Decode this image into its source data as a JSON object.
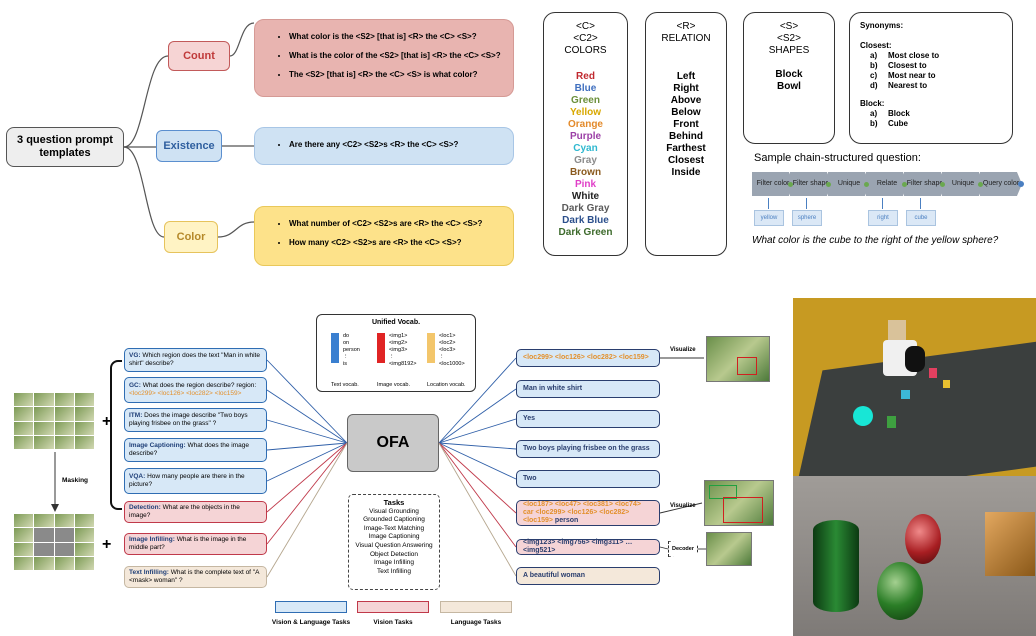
{
  "panel_a": {
    "root": "3 question prompt templates",
    "branches": [
      {
        "label": "Count",
        "questions": [
          "What color is the <S2> [that is] <R> the <C> <S>?",
          "What is the color of the <S2> [that is] <R> the <C> <S>?",
          "The <S2> [that is] <R> the <C> <S> is what color?"
        ]
      },
      {
        "label": "Existence",
        "questions": [
          "Are there any <C2> <S2>s <R> the <C> <S>?"
        ]
      },
      {
        "label": "Color",
        "questions": [
          "What number of <C2> <S2>s are <R> the <C> <S>?",
          "How many <C2> <S2>s are <R> the <C> <S>?"
        ]
      }
    ],
    "colors": {
      "count_bg": "#e8b4b0",
      "existence_bg": "#cfe2f3",
      "color_bg": "#fde28a"
    }
  },
  "panel_b": {
    "colors_box": {
      "h1": "<C>",
      "h2": "<C2>",
      "h3": "COLORS",
      "items": [
        {
          "name": "Red",
          "color": "#c0282e"
        },
        {
          "name": "Blue",
          "color": "#3f6fbf"
        },
        {
          "name": "Green",
          "color": "#6b8f3a"
        },
        {
          "name": "Yellow",
          "color": "#d8a800"
        },
        {
          "name": "Orange",
          "color": "#e38a2a"
        },
        {
          "name": "Purple",
          "color": "#9b3fa6"
        },
        {
          "name": "Cyan",
          "color": "#2fb8d0"
        },
        {
          "name": "Gray",
          "color": "#8c8c8c"
        },
        {
          "name": "Brown",
          "color": "#8a5a1e"
        },
        {
          "name": "Pink",
          "color": "#e03ec7"
        },
        {
          "name": "White",
          "color": "#222222"
        },
        {
          "name": "Dark Gray",
          "color": "#5a5a5a"
        },
        {
          "name": "Dark Blue",
          "color": "#2b4f8c"
        },
        {
          "name": "Dark Green",
          "color": "#3d6a2c"
        }
      ]
    },
    "relation_box": {
      "h1": "<R>",
      "h2": "RELATION",
      "items": [
        "Left",
        "Right",
        "Above",
        "Below",
        "Front",
        "Behind",
        "Farthest",
        "Closest",
        "Inside"
      ]
    },
    "shapes_box": {
      "h1": "<S>",
      "h2": "<S2>",
      "h3": "SHAPES",
      "items": [
        "Block",
        "Bowl"
      ]
    },
    "synonyms": {
      "title": "Synonyms:",
      "closest_title": "Closest:",
      "closest": [
        {
          "k": "a)",
          "v": "Most close to"
        },
        {
          "k": "b)",
          "v": "Closest to"
        },
        {
          "k": "c)",
          "v": "Most near to"
        },
        {
          "k": "d)",
          "v": "Nearest to"
        }
      ],
      "block_title": "Block:",
      "block": [
        {
          "k": "a)",
          "v": "Block"
        },
        {
          "k": "b)",
          "v": "Cube"
        }
      ]
    },
    "chain_title": "Sample chain-structured question:",
    "chain_nodes": [
      "Filter color",
      "Filter shape",
      "Unique",
      "Relate",
      "Filter shape",
      "Unique",
      "Query color"
    ],
    "chain_literals": [
      "yellow",
      "sphere",
      "right",
      "cube"
    ],
    "chain_question": "What color is the cube to the right of the yellow sphere?"
  },
  "panel_c": {
    "vocab": {
      "title": "Unified Vocab.",
      "text_items": [
        "do",
        "on",
        "person",
        "is"
      ],
      "text_label": "Text vocab.",
      "image_items": [
        "<img1>",
        "<img2>",
        "<img3>",
        "<img8192>"
      ],
      "image_label": "Image vocab.",
      "loc_items": [
        "<loc1>",
        "<loc2>",
        "<loc3>",
        "<loc1000>"
      ],
      "loc_label": "Location vocab."
    },
    "center": "OFA",
    "tasks_title": "Tasks",
    "tasks": [
      "Visual Grounding",
      "Grounded Captioning",
      "Image-Text Matching",
      "Image Captioning",
      "Visual Question Answering",
      "Object Detection",
      "Image Infilling",
      "Text Infilling"
    ],
    "masking_label": "Masking",
    "plus": "+",
    "inputs": [
      {
        "tag": "VG:",
        "text": "Which region does the text \"Man in white shirt\" describe?",
        "loc": "",
        "kind": "blue"
      },
      {
        "tag": "GC:",
        "text": "What does the region describe? region:",
        "loc": "<loc299> <loc126> <loc282> <loc159>",
        "kind": "blue"
      },
      {
        "tag": "ITM:",
        "text": "Does the image describe \"Two boys playing frisbee on the grass\" ?",
        "loc": "",
        "kind": "blue"
      },
      {
        "tag": "Image Captioning:",
        "text": "What does the image describe?",
        "loc": "",
        "kind": "blue"
      },
      {
        "tag": "VQA:",
        "text": "How many people are there in the picture?",
        "loc": "",
        "kind": "blue"
      },
      {
        "tag": "Detection:",
        "text": "What are the objects in the image?",
        "loc": "",
        "kind": "red"
      },
      {
        "tag": "Image Infilling:",
        "text": "What is the image in the middle part?",
        "loc": "",
        "kind": "red"
      },
      {
        "tag": "Text Infilling:",
        "text": "What is the complete text of \"A <mask> woman\" ?",
        "loc": "",
        "kind": "beige"
      }
    ],
    "outputs": [
      {
        "loc": "<loc299> <loc126> <loc282> <loc159>",
        "text": "",
        "kind": "blue"
      },
      {
        "loc": "",
        "text": "Man in white shirt",
        "kind": "blue"
      },
      {
        "loc": "",
        "text": "Yes",
        "kind": "blue"
      },
      {
        "loc": "",
        "text": "Two boys playing frisbee on the grass",
        "kind": "blue"
      },
      {
        "loc": "",
        "text": "Two",
        "kind": "blue"
      },
      {
        "loc": "<loc187> <loc47> <loc381> <loc74> car <loc299> <loc126> <loc282> <loc159>",
        "text": "person",
        "kind": "red"
      },
      {
        "loc": "",
        "text": "<img123> <img756> <img311> … <img521>",
        "kind": "red"
      },
      {
        "loc": "",
        "text": "A beautiful woman",
        "kind": "beige"
      }
    ],
    "visualize": "Visualize",
    "decoder": "Decoder",
    "legend": [
      {
        "label": "Vision & Language Tasks",
        "bg": "#d7e8f7",
        "border": "#2f6db3"
      },
      {
        "label": "Vision Tasks",
        "bg": "#f5d4d6",
        "border": "#c0394a"
      },
      {
        "label": "Language Tasks",
        "bg": "#f4e8da",
        "border": "#c5b7a2"
      }
    ]
  }
}
